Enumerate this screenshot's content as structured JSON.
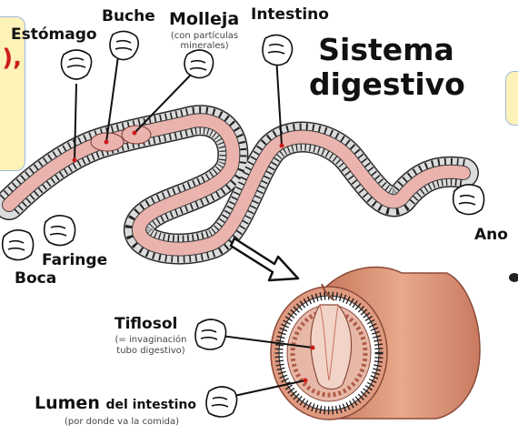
{
  "title": "Sistema digestivo",
  "left_note_text": "),",
  "labels": {
    "estomago": "Estómago",
    "buche": "Buche",
    "molleja": "Molleja",
    "molleja_note": "(con partículas minerales)",
    "intestino": "Intestino",
    "ano": "Ano",
    "faringe": "Faringe",
    "boca": "Boca",
    "tiflosol": "Tiflosol",
    "tiflosol_note_1": "(= invaginación",
    "tiflosol_note_2": "tubo digestivo)",
    "lumen": "Lumen",
    "lumen_suffix": "del intestino",
    "lumen_note": "(por donde va la comida)"
  },
  "colors": {
    "gut_pink": "#eab3ad",
    "gut_wall": "#d9d9d9",
    "ring_lines": "#222222",
    "cross_section_outer": "#e8a98a",
    "cross_section_inner": "#f3cfc4",
    "highlight_yellow": "#fdf2b8",
    "accent_red": "#cc1c1c"
  }
}
